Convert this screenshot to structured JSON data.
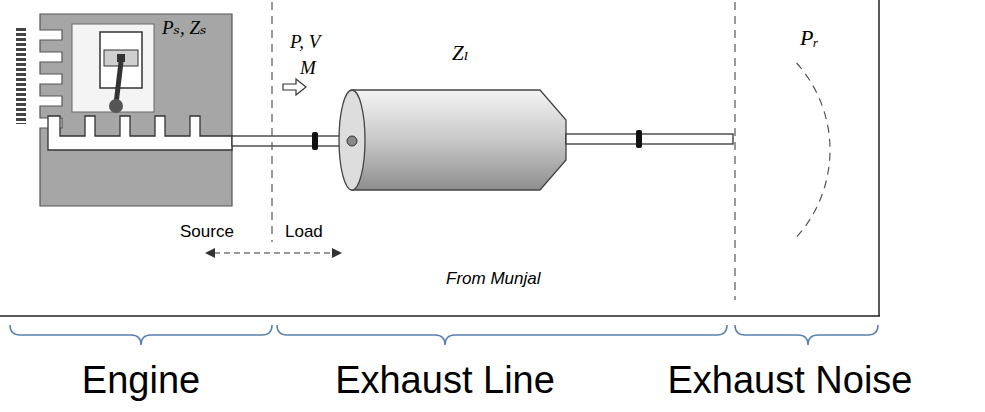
{
  "diagram": {
    "labels": [
      "Pₛ, Zₛ",
      "P, V",
      "M",
      "Zₗ",
      "Pᵣ",
      "Source",
      "Load",
      "From Munjal",
      "Engine",
      "Exhaust Line",
      "Exhaust Noise"
    ]
  }
}
